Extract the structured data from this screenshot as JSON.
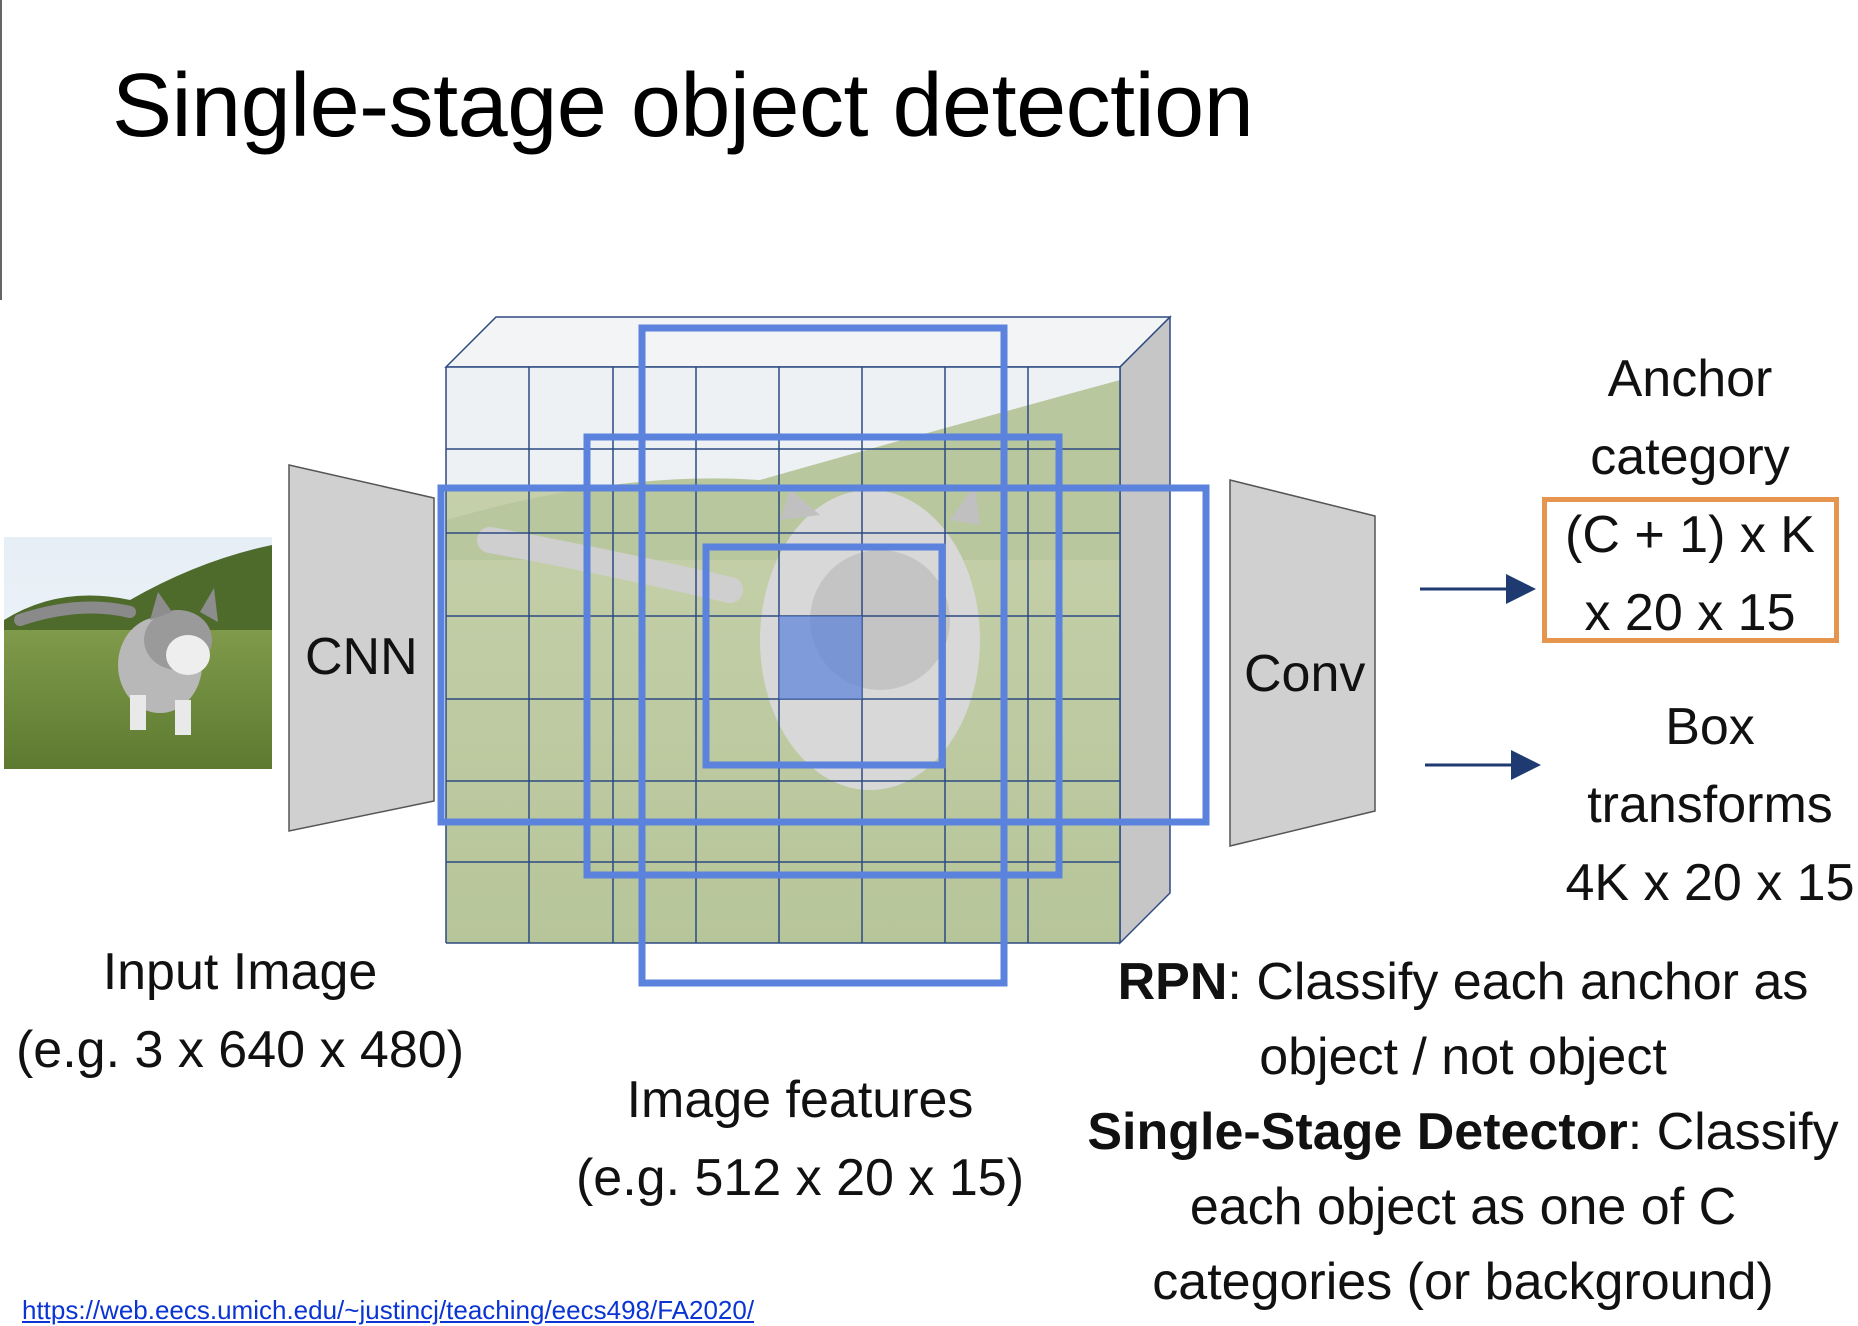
{
  "slide": {
    "title": "Single-stage object detection",
    "cnn_label": "CNN",
    "conv_label": "Conv",
    "input": {
      "line1": "Input Image",
      "line2": "(e.g. 3 x 640 x 480)"
    },
    "features": {
      "line1": "Image features",
      "line2": "(e.g. 512 x 20 x 15)"
    },
    "anchor_category": {
      "line1": "Anchor",
      "line2": "category",
      "line3": "(C + 1) x K",
      "line4": "x 20 x 15"
    },
    "box_transforms": {
      "line1": "Box",
      "line2": "transforms",
      "line3": "4K x 20 x 15"
    },
    "rpn_text": {
      "bold": "RPN",
      "rest1": ": Classify each anchor as",
      "line2": "object / not object"
    },
    "single_stage_text": {
      "bold": "Single-Stage Detector",
      "rest1": ": Classify",
      "line2": "each object as one of C",
      "line3": "categories (or background)"
    },
    "link": "https://web.eecs.umich.edu/~justincj/teaching/eecs498/FA2020/"
  },
  "colors": {
    "anchor_box_border": "#e6954f",
    "box_outline": "#5b82dc",
    "arrow": "#1f3a70",
    "trapezoid": "#d0d0d0"
  },
  "icons": [
    "kitten-photo",
    "feature-grid",
    "right-arrow"
  ]
}
